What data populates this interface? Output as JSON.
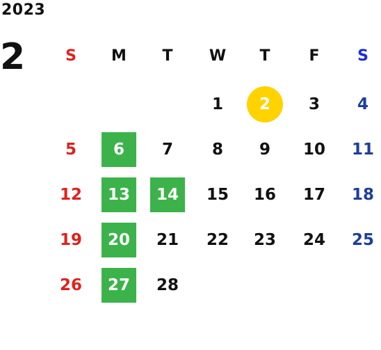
{
  "calendar": {
    "year": "2023",
    "month": "2",
    "weekdays": [
      "S",
      "M",
      "T",
      "W",
      "T",
      "F",
      "S"
    ],
    "weeks": [
      [
        "",
        "",
        "",
        "1",
        "2",
        "3",
        "4"
      ],
      [
        "5",
        "6",
        "7",
        "8",
        "9",
        "10",
        "11"
      ],
      [
        "12",
        "13",
        "14",
        "15",
        "16",
        "17",
        "18"
      ],
      [
        "19",
        "20",
        "21",
        "22",
        "23",
        "24",
        "25"
      ],
      [
        "26",
        "27",
        "28",
        "",
        "",
        "",
        ""
      ]
    ],
    "highlighted_days": [
      "6",
      "13",
      "14",
      "20",
      "27"
    ],
    "today": "2"
  },
  "colors": {
    "sunday": "#e0211c",
    "saturday": "#1d3e9c",
    "highlight": "#3bb34a",
    "today": "#ffd200"
  }
}
